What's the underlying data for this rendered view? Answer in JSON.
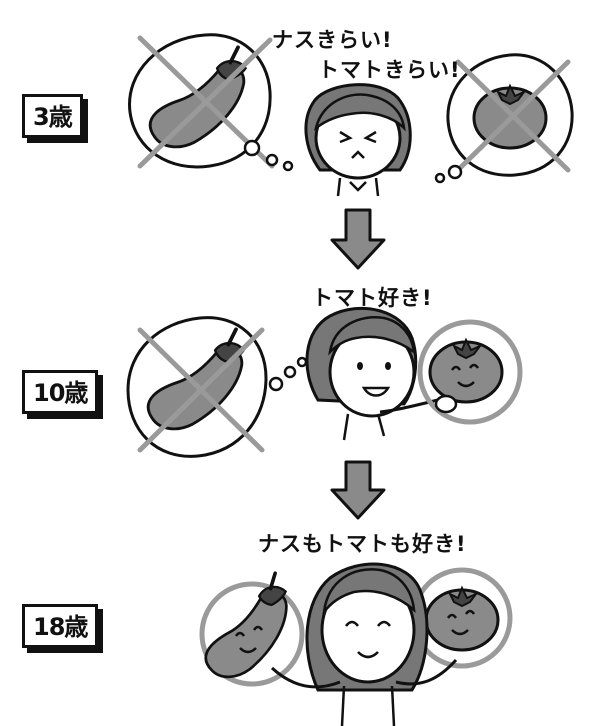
{
  "stages": [
    {
      "age": "3歳",
      "lines": [
        "ナスきらい!",
        "トマトきらい!"
      ]
    },
    {
      "age": "10歳",
      "lines": [
        "トマト好き!"
      ]
    },
    {
      "age": "18歳",
      "lines": [
        "ナスもトマトも好き!"
      ]
    }
  ],
  "colors": {
    "ink": "#111111",
    "fill_gray": "#8a8a8a",
    "circle_gray": "#9a9a9a"
  }
}
